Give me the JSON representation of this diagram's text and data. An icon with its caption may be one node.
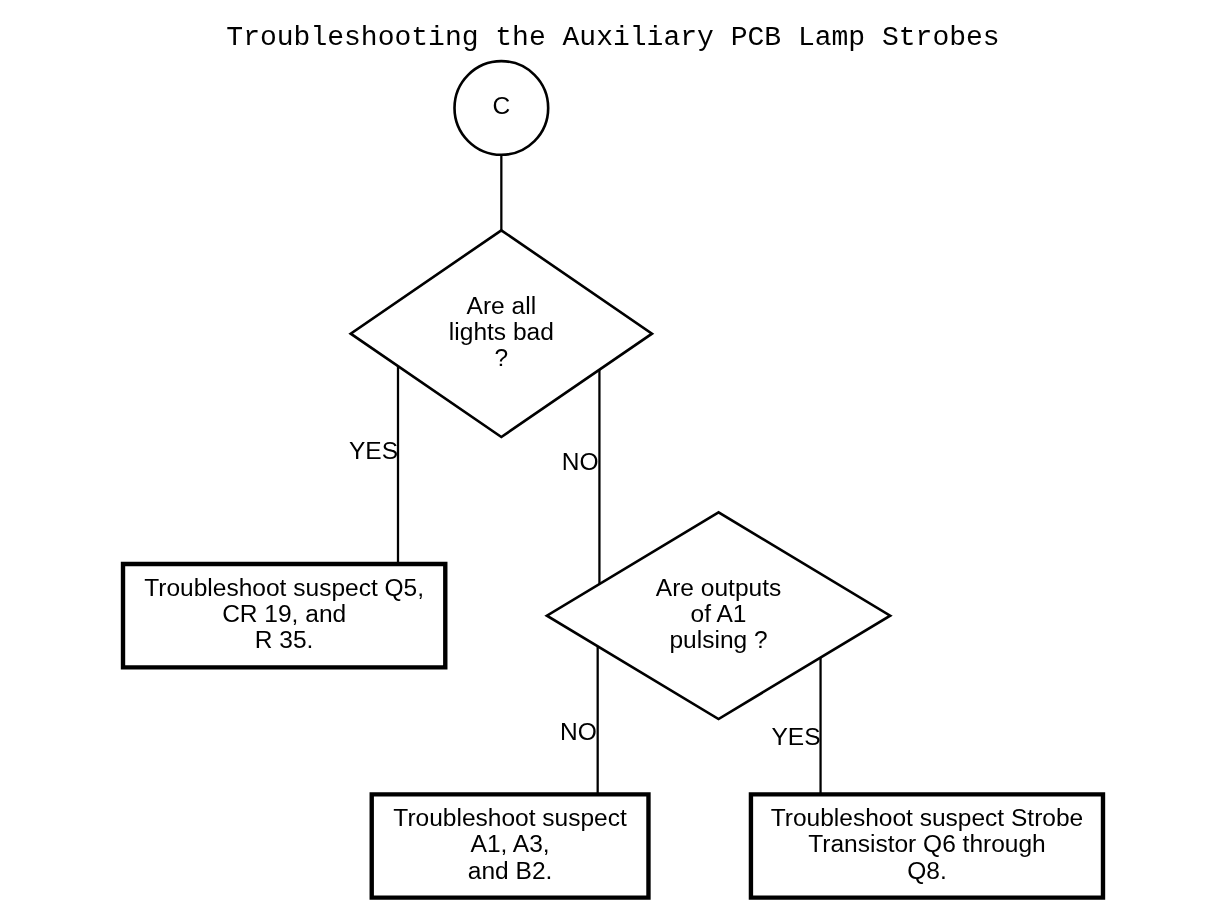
{
  "diagram": {
    "title": "Troubleshooting the Auxiliary PCB Lamp Strobes",
    "nodes": [
      {
        "text": [
          "C"
        ]
      },
      {
        "text": [
          "Are all lights bad ?"
        ]
      },
      {
        "text": [
          "Troubleshoot suspect Q5, CR 19, and R 35."
        ]
      },
      {
        "text": [
          "Are outputs of A1 pulsing ?"
        ]
      },
      {
        "text": [
          "Troubleshoot suspect A1, A3, and B2."
        ]
      },
      {
        "text": [
          "Troubleshoot suspect Strobe Transistor Q6 through Q8."
        ]
      }
    ],
    "edges": [
      {
        "from": 0,
        "to": 1,
        "arrow": "none"
      },
      {
        "from": 1,
        "to": 2,
        "arrow": "none",
        "label": "YES"
      },
      {
        "from": 1,
        "to": 3,
        "arrow": "none",
        "label": "NO"
      },
      {
        "from": 3,
        "to": 5,
        "arrow": "none",
        "label": "YES"
      },
      {
        "from": 3,
        "to": 4,
        "arrow": "none",
        "label": "NO"
      }
    ]
  }
}
